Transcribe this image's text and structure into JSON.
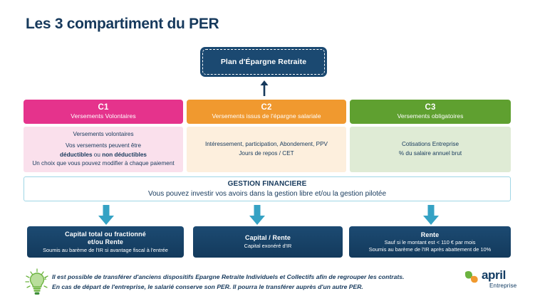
{
  "title": "Les 3 compartiment du PER",
  "top_box": {
    "label": "Plan d'Épargne Retraite",
    "color": "#1B4971",
    "border_style": "dashed-white"
  },
  "arrows": {
    "up_arrow_color": "#16395C",
    "down_arrow_color": "#35A2C4"
  },
  "columns": [
    {
      "code": "C1",
      "subtitle": "Versements Volontaires",
      "header_color": "#E5338C",
      "body_color": "#FAE0EC",
      "body_line_1": "Versements volontaires",
      "body_line_2": "Vos versements peuvent être",
      "body_line_3_pre": "déductibles",
      "body_line_3_mid": " ou ",
      "body_line_3_post": "non déductibles",
      "body_line_4": "Un choix que vous pouvez modifier à chaque paiement"
    },
    {
      "code": "C2",
      "subtitle": "Versements issus de l'épargne salariale",
      "header_color": "#F0992F",
      "body_color": "#FDEFDD",
      "body_line_1": "Intéressement, participation, Abondement, PPV",
      "body_line_2": "Jours de repos / CET"
    },
    {
      "code": "C3",
      "subtitle": "Versements obligatoires",
      "header_color": "#5FA030",
      "body_color": "#DFEBD5",
      "body_line_1": "Cotisations Entreprise",
      "body_line_2": "% du salaire annuel brut"
    }
  ],
  "gestion": {
    "title": "GESTION FINANCIERE",
    "subtitle": "Vous pouvez investir vos avoirs dans la gestion libre et/ou la gestion pilotée",
    "border_color": "#9FD6E5"
  },
  "outputs": [
    {
      "title_line_1": "Capital total ou fractionné",
      "title_line_2": "et/ou Rente",
      "sub_line_1": "Soumis au barème de l'IR si avantage fiscal à l'entrée",
      "sub_line_2": ""
    },
    {
      "title_line_1": "Capital / Rente",
      "title_line_2": "",
      "sub_line_1": "Capital exonéré d'IR",
      "sub_line_2": ""
    },
    {
      "title_line_1": "Rente",
      "title_line_2": "",
      "sub_line_1": "Sauf si le montant est < 110 € par mois",
      "sub_line_2": "Soumis au barème de l'IR après abattement de 10%"
    }
  ],
  "footer": {
    "line_1": "Il est possible de transférer d'anciens dispositifs Epargne Retraite Individuels et Collectifs afin de regrouper les contrats.",
    "line_2": "En cas de départ de l'entreprise, le salarié conserve son PER. Il pourra le transférer auprès d'un autre PER.",
    "icon": "lightbulb-icon"
  },
  "logo": {
    "word": "april",
    "sub": "Entreprise",
    "brand_color": "#123C63",
    "leaf_green": "#6CB33F",
    "leaf_orange": "#F0992F"
  }
}
